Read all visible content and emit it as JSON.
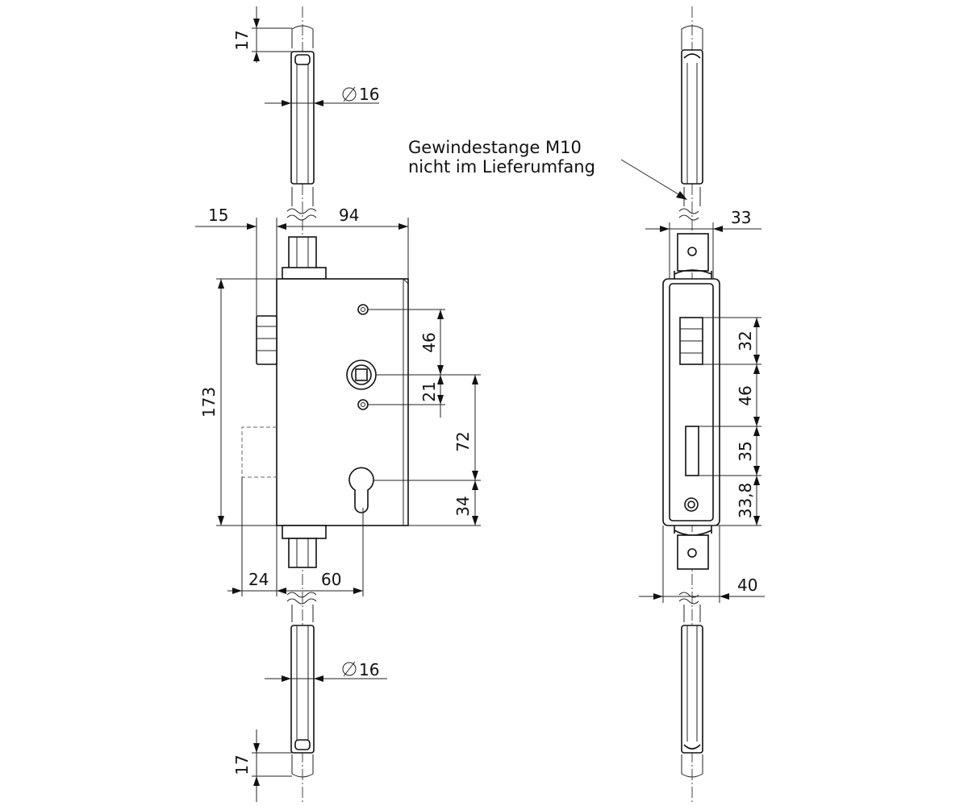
{
  "front_view": {
    "dims": {
      "top_bolt_offset": "17",
      "top_bolt_diameter": "16",
      "bolt_shift": "15",
      "case_width": "94",
      "case_height": "173",
      "hole_to_spindle": "46",
      "spindle_to_hole": "21",
      "spindle_to_cylinder": "72",
      "cylinder_to_bottom": "34",
      "backset_left": "24",
      "backset_right": "60",
      "bottom_bolt_diameter": "16",
      "bottom_bolt_offset": "17"
    }
  },
  "side_view": {
    "note_line1": "Gewindestange M10",
    "note_line2": "nicht im Lieferumfang",
    "dims": {
      "top_width": "33",
      "bolt_slot_height": "32",
      "slot_spacing": "46",
      "latch_height": "35",
      "screw_offset": "33,8",
      "faceplate_width": "40"
    }
  }
}
